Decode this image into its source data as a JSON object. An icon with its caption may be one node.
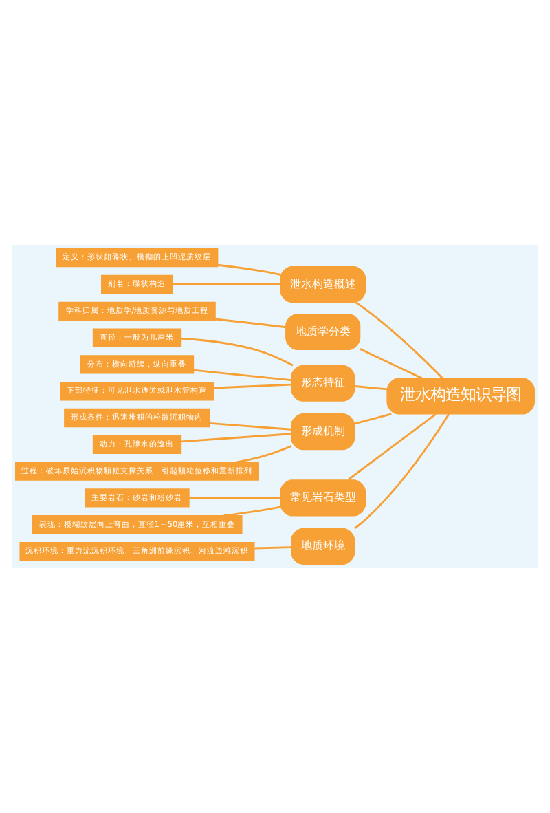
{
  "diagram": {
    "nodes": [
      {
        "text": [
          "泄水构造知识导图"
        ]
      },
      {
        "text": [
          "泄水构造概述"
        ]
      },
      {
        "text": [
          "定义：形状如碟状、模糊的上凹泥质纹层"
        ]
      },
      {
        "text": [
          "别名：碟状构造"
        ]
      },
      {
        "text": [
          "地质学分类"
        ]
      },
      {
        "text": [
          "学科归属：地质学/地质资源与地质工程"
        ]
      },
      {
        "text": [
          "形态特征"
        ]
      },
      {
        "text": [
          "直径：一般为几厘米"
        ]
      },
      {
        "text": [
          "分布：横向断续，纵向重叠"
        ]
      },
      {
        "text": [
          "下部特征：可见泄水通道或泄水管构造"
        ]
      },
      {
        "text": [
          "形成机制"
        ]
      },
      {
        "text": [
          "形成条件：迅速堆积的松散沉积物内"
        ]
      },
      {
        "text": [
          "动力：孔隙水的逸出"
        ]
      },
      {
        "text": [
          "过程：破坏原始沉积物颗粒支撑关系，引起颗粒位移和重新排列"
        ]
      },
      {
        "text": [
          "常见岩石类型"
        ]
      },
      {
        "text": [
          "主要岩石：砂岩和粉砂岩"
        ]
      },
      {
        "text": [
          "表现：模糊纹层向上弯曲，直径1～50厘米，互相重叠"
        ]
      },
      {
        "text": [
          "地质环境"
        ]
      },
      {
        "text": [
          "沉积环境：重力流沉积环境、三角洲前缘沉积、河流边滩沉积"
        ]
      }
    ],
    "edges": [
      {
        "from": 0,
        "to": 1,
        "arrow": "none"
      },
      {
        "from": 1,
        "to": 2,
        "arrow": "none"
      },
      {
        "from": 1,
        "to": 3,
        "arrow": "none"
      },
      {
        "from": 0,
        "to": 4,
        "arrow": "none"
      },
      {
        "from": 4,
        "to": 5,
        "arrow": "none"
      },
      {
        "from": 0,
        "to": 6,
        "arrow": "none"
      },
      {
        "from": 6,
        "to": 7,
        "arrow": "none"
      },
      {
        "from": 6,
        "to": 8,
        "arrow": "none"
      },
      {
        "from": 6,
        "to": 9,
        "arrow": "none"
      },
      {
        "from": 0,
        "to": 10,
        "arrow": "none"
      },
      {
        "from": 10,
        "to": 11,
        "arrow": "none"
      },
      {
        "from": 10,
        "to": 12,
        "arrow": "none"
      },
      {
        "from": 10,
        "to": 13,
        "arrow": "none"
      },
      {
        "from": 0,
        "to": 14,
        "arrow": "none"
      },
      {
        "from": 14,
        "to": 15,
        "arrow": "none"
      },
      {
        "from": 14,
        "to": 16,
        "arrow": "none"
      },
      {
        "from": 0,
        "to": 17,
        "arrow": "none"
      },
      {
        "from": 17,
        "to": 18,
        "arrow": "none"
      }
    ]
  }
}
